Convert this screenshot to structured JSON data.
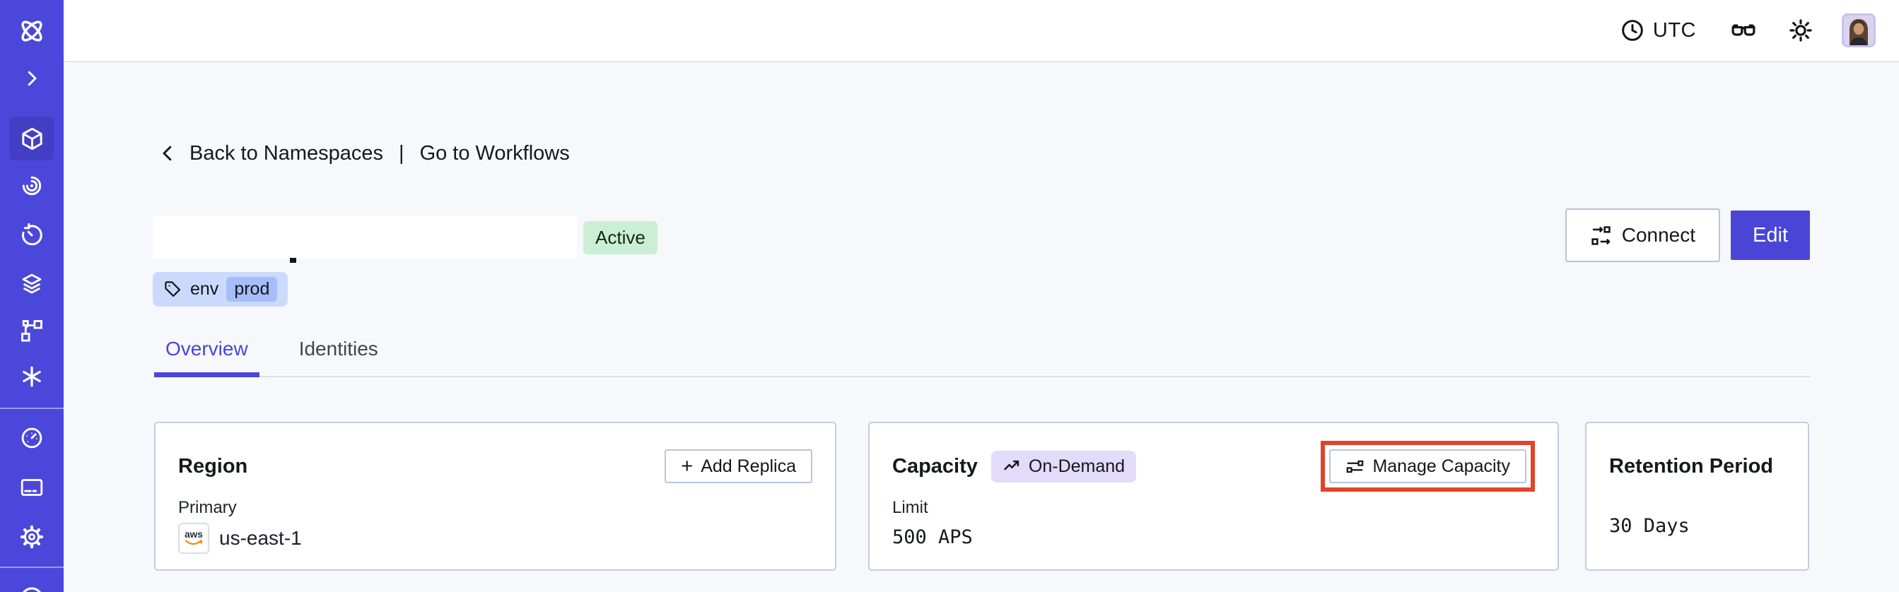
{
  "topbar": {
    "timezone": "UTC"
  },
  "breadcrumb": {
    "back_label": "Back to Namespaces",
    "separator": "|",
    "forward_label": "Go to Workflows"
  },
  "namespace": {
    "status": "Active",
    "tag": {
      "key": "env",
      "value": "prod"
    }
  },
  "actions": {
    "connect": "Connect",
    "edit": "Edit"
  },
  "tabs": [
    {
      "label": "Overview",
      "active": true
    },
    {
      "label": "Identities",
      "active": false
    }
  ],
  "cards": {
    "region": {
      "title": "Region",
      "add_replica_icon": "+",
      "add_replica": "Add Replica",
      "label": "Primary",
      "provider": "aws",
      "value": "us-east-1"
    },
    "capacity": {
      "title": "Capacity",
      "badge": "On-Demand",
      "manage_button": "Manage Capacity",
      "label": "Limit",
      "value": "500 APS"
    },
    "retention": {
      "title": "Retention Period",
      "value": "30 Days"
    }
  },
  "sidebar": {
    "items": [
      "temporal-logo",
      "expand-chevron",
      "namespaces",
      "workflows",
      "schedules",
      "deployments",
      "batch-operations",
      "nexus",
      "usage",
      "billing",
      "settings",
      "help"
    ],
    "active_item": "namespaces"
  },
  "colors": {
    "sidebar": "#4B47DB",
    "sidebar_active": "#433FC4",
    "accent": "#4A45D6",
    "annotation_highlight": "#E2442B",
    "status_green_bg": "#CBEFD4",
    "ondemand_lavender_bg": "#E2DBFA",
    "tag_blue_bg": "#CBD9FC",
    "tag_chip_bg": "#A5BDF8",
    "aws_orange": "#F29111"
  }
}
